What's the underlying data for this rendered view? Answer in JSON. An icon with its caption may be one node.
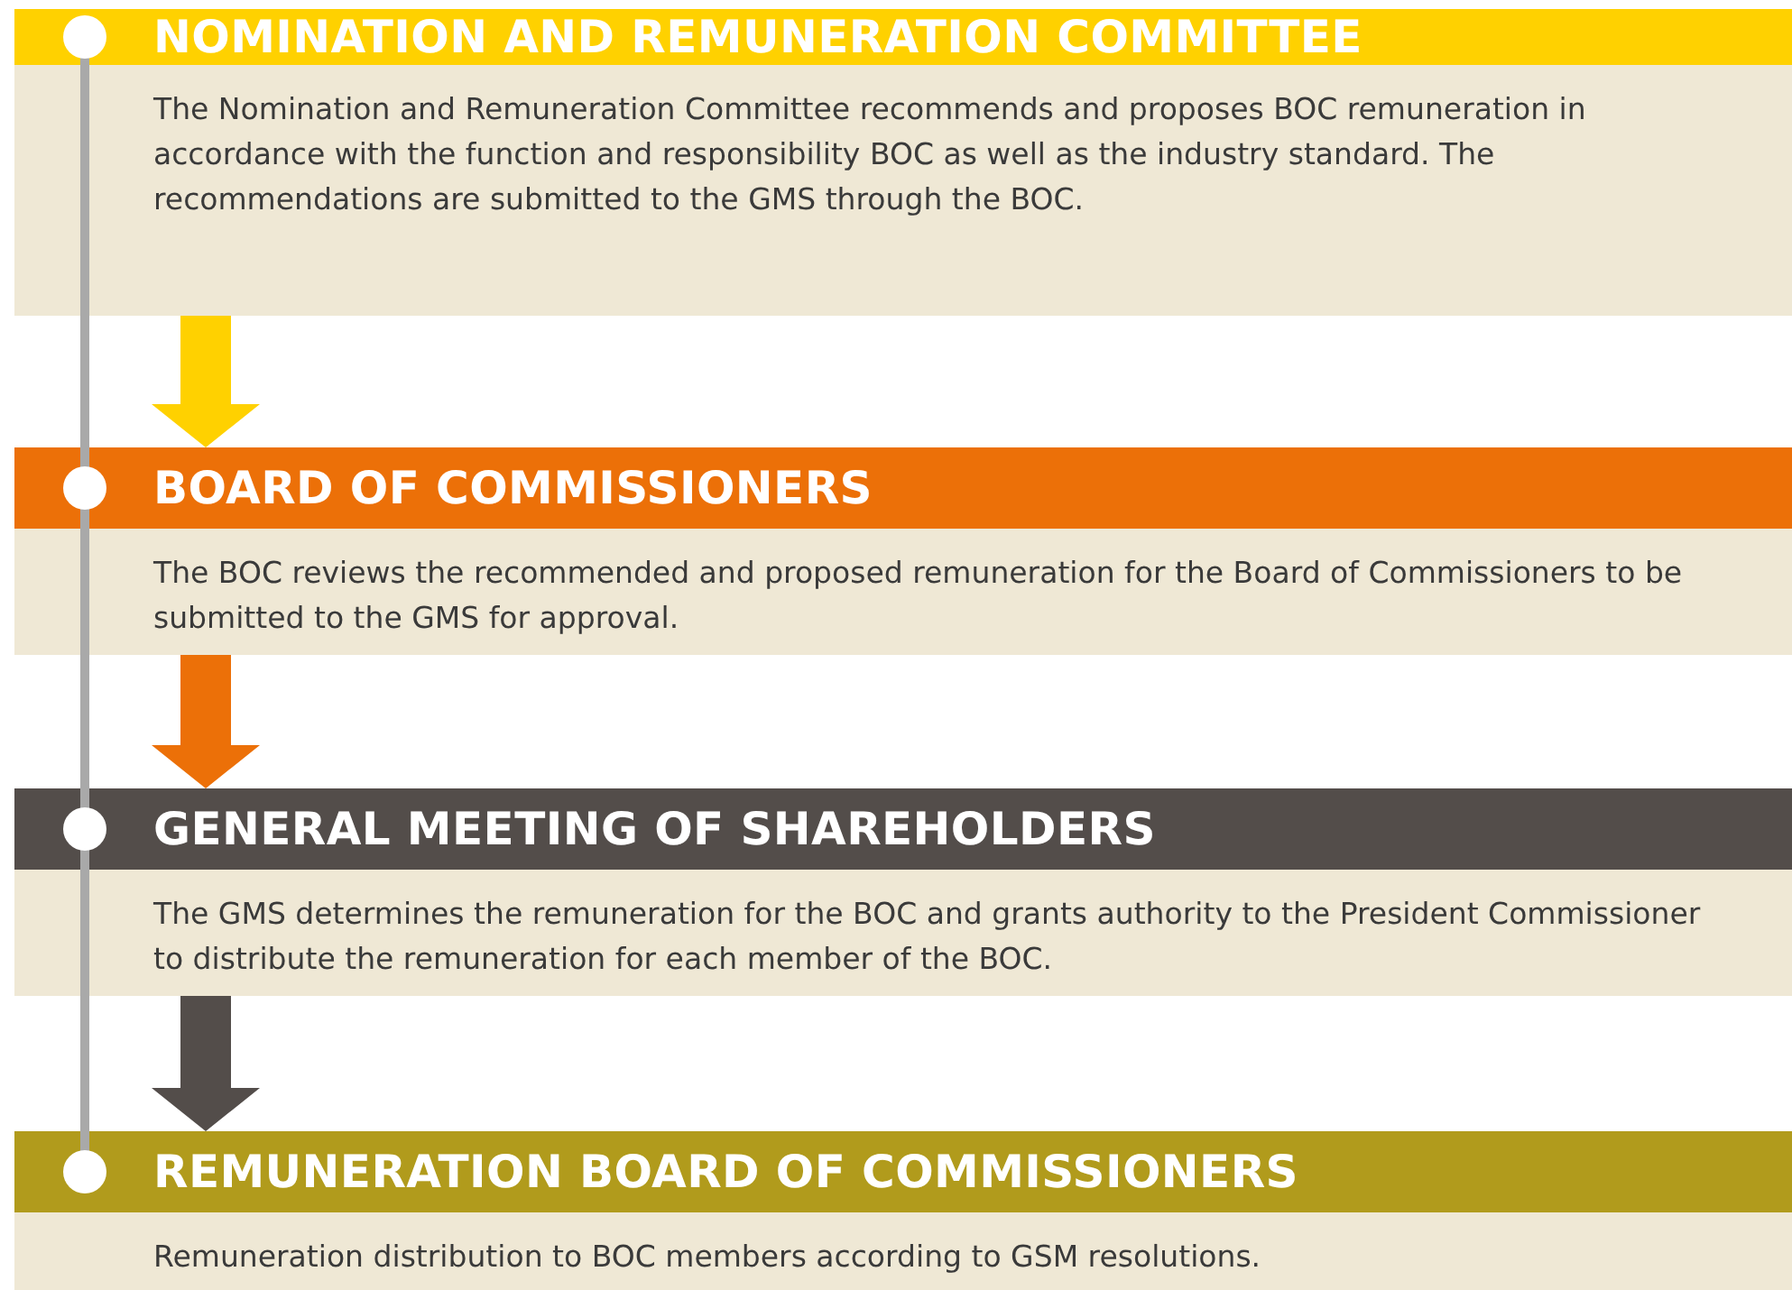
{
  "diagram": {
    "nodes": [
      {
        "text": [
          "NOMINATION AND REMUNERATION COMMITTEE",
          "The Nomination and Remuneration Committee recommends and proposes BOC remuneration in accordance with the function and responsibility BOC as well as the industry standard. The recommendations are submitted to the GMS through the BOC."
        ]
      },
      {
        "text": [
          "BOARD OF COMMISSIONERS",
          "The BOC reviews the recommended and proposed remuneration for the Board of Commissioners to be submitted to the GMS for approval."
        ]
      },
      {
        "text": [
          "GENERAL MEETING OF SHAREHOLDERS",
          "The GMS determines the remuneration for the BOC and grants authority to the President Commissioner to distribute the remuneration for each member of the BOC."
        ]
      },
      {
        "text": [
          "REMUNERATION BOARD OF COMMISSIONERS",
          "Remuneration distribution to BOC members according to GSM resolutions."
        ]
      }
    ],
    "edges": [
      {
        "from": 0,
        "to": 1,
        "arrow": "to",
        "color": "#ffd100"
      },
      {
        "from": 1,
        "to": 2,
        "arrow": "to",
        "color": "#ec7008"
      },
      {
        "from": 2,
        "to": 3,
        "arrow": "to",
        "color": "#534d4a"
      }
    ]
  }
}
